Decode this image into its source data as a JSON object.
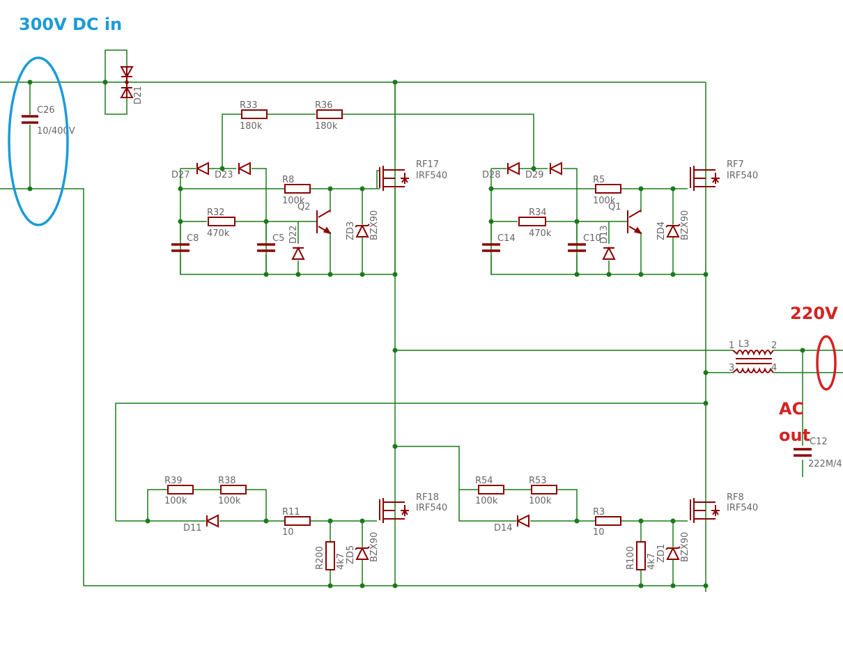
{
  "annotations": {
    "dc_in": "300V DC in",
    "ac_voltage": "220V",
    "ac_out_line1": "AC",
    "ac_out_line2": "out",
    "highlight_blue": "#1a9bd8",
    "highlight_red": "#d42222"
  },
  "components": {
    "C26": {
      "name": "C26",
      "value": "10/400V"
    },
    "D21": {
      "name": "D21"
    },
    "R33": {
      "name": "R33",
      "value": "180k"
    },
    "R36": {
      "name": "R36",
      "value": "180k"
    },
    "D27": {
      "name": "D27"
    },
    "D23": {
      "name": "D23"
    },
    "D28": {
      "name": "D28"
    },
    "D29": {
      "name": "D29"
    },
    "R8": {
      "name": "R8",
      "value": "100k"
    },
    "R5": {
      "name": "R5",
      "value": "100k"
    },
    "R32": {
      "name": "R32",
      "value": "470k"
    },
    "R34": {
      "name": "R34",
      "value": "470k"
    },
    "C8": {
      "name": "C8"
    },
    "C5": {
      "name": "C5"
    },
    "C14": {
      "name": "C14"
    },
    "C10": {
      "name": "C10"
    },
    "D22": {
      "name": "D22"
    },
    "D13": {
      "name": "D13"
    },
    "Q2": {
      "name": "Q2"
    },
    "Q1": {
      "name": "Q1"
    },
    "ZD3": {
      "name": "ZD3",
      "value": "BZX90"
    },
    "ZD4": {
      "name": "ZD4",
      "value": "BZX90"
    },
    "ZD5": {
      "name": "ZD5",
      "value": "BZX90"
    },
    "ZD1": {
      "name": "ZD1",
      "value": "BZX90"
    },
    "RF17": {
      "name": "RF17",
      "value": "IRF540"
    },
    "RF7": {
      "name": "RF7",
      "value": "IRF540"
    },
    "RF18": {
      "name": "RF18",
      "value": "IRF540"
    },
    "RF8": {
      "name": "RF8",
      "value": "IRF540"
    },
    "L3": {
      "name": "L3",
      "pin1": "1",
      "pin2": "2",
      "pin3": "3",
      "pin4": "4"
    },
    "C12": {
      "name": "C12",
      "value": "222M/4"
    },
    "R39": {
      "name": "R39",
      "value": "100k"
    },
    "R38": {
      "name": "R38",
      "value": "100k"
    },
    "R54": {
      "name": "R54",
      "value": "100k"
    },
    "R53": {
      "name": "R53",
      "value": "100k"
    },
    "D11": {
      "name": "D11"
    },
    "D14": {
      "name": "D14"
    },
    "R11": {
      "name": "R11",
      "value": "10"
    },
    "R3": {
      "name": "R3",
      "value": "10"
    },
    "R200": {
      "name": "R200",
      "value": "4k7"
    },
    "R100": {
      "name": "R100",
      "value": "4k7"
    }
  }
}
